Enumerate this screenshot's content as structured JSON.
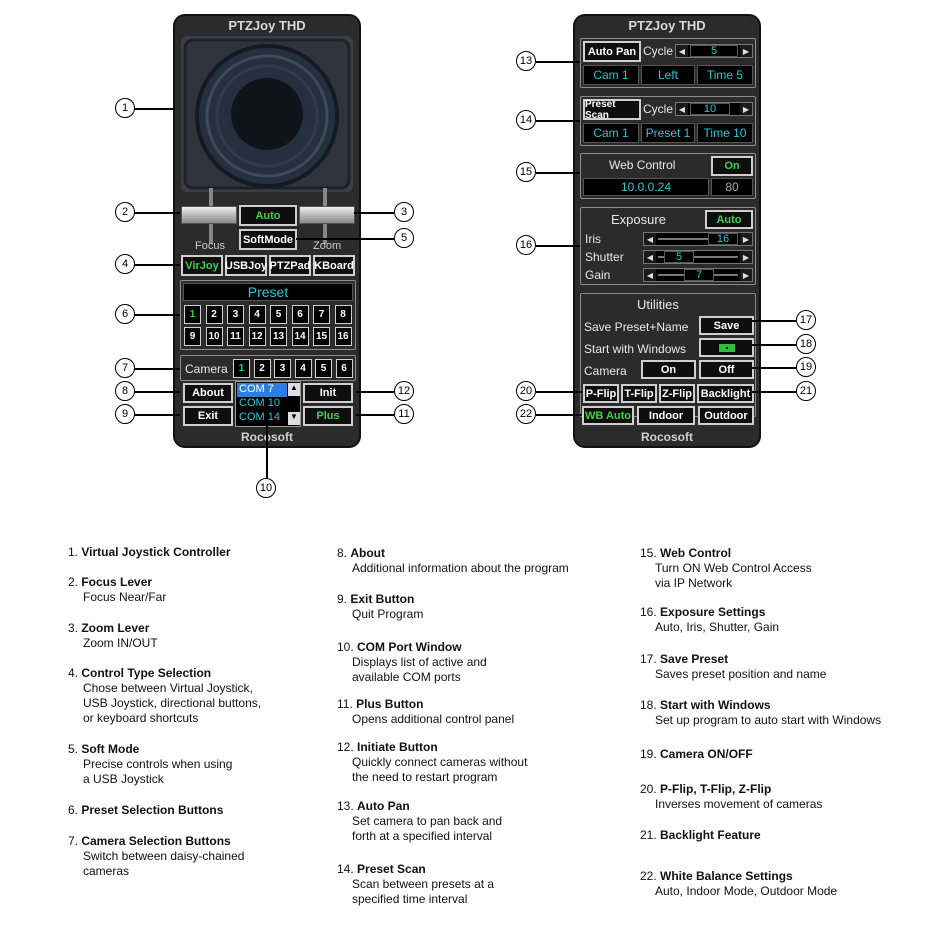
{
  "left_panel": {
    "title": "PTZJoy THD",
    "auto_label": "Auto",
    "softmode_label": "SoftMode",
    "focus_label": "Focus",
    "zoom_label": "Zoom",
    "control_types": [
      "VirJoy",
      "USBJoy",
      "PTZPad",
      "KBoard"
    ],
    "preset_title": "Preset",
    "presets_row1": [
      "1",
      "2",
      "3",
      "4",
      "5",
      "6",
      "7",
      "8"
    ],
    "presets_row2": [
      "9",
      "10",
      "11",
      "12",
      "13",
      "14",
      "15",
      "16"
    ],
    "camera_label": "Camera",
    "cameras": [
      "1",
      "2",
      "3",
      "4",
      "5",
      "6"
    ],
    "about_label": "About",
    "exit_label": "Exit",
    "init_label": "Init",
    "plus_label": "Plus",
    "com_ports": [
      "COM 7",
      "COM 10",
      "COM 14"
    ],
    "footer": "Rocosoft"
  },
  "right_panel": {
    "title": "PTZJoy THD",
    "autopan": {
      "button": "Auto Pan",
      "cycle_label": "Cycle",
      "cycle_value": "5",
      "cam": "Cam 1",
      "direction": "Left",
      "time": "Time 5"
    },
    "presetscan": {
      "button": "Preset Scan",
      "cycle_label": "Cycle",
      "cycle_value": "10",
      "cam": "Cam 1",
      "preset": "Preset 1",
      "time": "Time 10"
    },
    "web": {
      "title": "Web Control",
      "toggle": "On",
      "ip": "10.0.0.24",
      "port": "80"
    },
    "exposure": {
      "title": "Exposure",
      "auto": "Auto",
      "iris_label": "Iris",
      "iris_value": "16",
      "shutter_label": "Shutter",
      "shutter_value": "5",
      "gain_label": "Gain",
      "gain_value": "7"
    },
    "utilities": {
      "title": "Utilities",
      "save_label": "Save Preset+Name",
      "save_button": "Save",
      "start_label": "Start with Windows",
      "camera_label": "Camera",
      "on": "On",
      "off": "Off"
    },
    "flips": [
      "P-Flip",
      "T-Flip",
      "Z-Flip",
      "Backlight"
    ],
    "wb": [
      "WB Auto",
      "Indoor",
      "Outdoor"
    ],
    "footer": "Rocosoft"
  },
  "callouts": [
    "1",
    "2",
    "3",
    "4",
    "5",
    "6",
    "7",
    "8",
    "9",
    "10",
    "11",
    "12",
    "13",
    "14",
    "15",
    "16",
    "17",
    "18",
    "19",
    "20",
    "21",
    "22"
  ],
  "descriptions": [
    {
      "n": "1.",
      "t": "Virtual Joystick Controller",
      "b": []
    },
    {
      "n": "2.",
      "t": "Focus Lever",
      "b": [
        "Focus Near/Far"
      ]
    },
    {
      "n": "3.",
      "t": "Zoom Lever",
      "b": [
        "Zoom IN/OUT"
      ]
    },
    {
      "n": "4.",
      "t": "Control Type Selection",
      "b": [
        "Chose between Virtual Joystick,",
        "USB Joystick, directional buttons,",
        "or keyboard shortcuts"
      ]
    },
    {
      "n": "5.",
      "t": "Soft Mode",
      "b": [
        "Precise controls when using",
        "a USB Joystick"
      ]
    },
    {
      "n": "6.",
      "t": "Preset Selection Buttons",
      "b": []
    },
    {
      "n": "7.",
      "t": "Camera Selection Buttons",
      "b": [
        "Switch between daisy-chained",
        "cameras"
      ]
    },
    {
      "n": "8.",
      "t": "About",
      "b": [
        "Additional information about the program"
      ]
    },
    {
      "n": "9.",
      "t": "Exit Button",
      "b": [
        "Quit Program"
      ]
    },
    {
      "n": "10.",
      "t": "COM Port Window",
      "b": [
        "Displays list of active and",
        "available COM ports"
      ]
    },
    {
      "n": "11.",
      "t": "Plus Button",
      "b": [
        "Opens additional control panel"
      ]
    },
    {
      "n": "12.",
      "t": "Initiate Button",
      "b": [
        "Quickly connect cameras without",
        "the need to restart program"
      ]
    },
    {
      "n": "13.",
      "t": "Auto Pan",
      "b": [
        "Set camera to pan back and",
        "forth at a specified interval"
      ]
    },
    {
      "n": "14.",
      "t": "Preset Scan",
      "b": [
        "Scan between presets at a",
        "specified time interval"
      ]
    },
    {
      "n": "15.",
      "t": "Web Control",
      "b": [
        "Turn ON Web Control Access",
        "via IP Network"
      ]
    },
    {
      "n": "16.",
      "t": "Exposure Settings",
      "b": [
        "Auto, Iris, Shutter, Gain"
      ]
    },
    {
      "n": "17.",
      "t": "Save Preset",
      "b": [
        "Saves preset position and name"
      ]
    },
    {
      "n": "18.",
      "t": "Start with Windows",
      "b": [
        "Set up program to auto start with Windows"
      ]
    },
    {
      "n": "19.",
      "t": "Camera ON/OFF",
      "b": []
    },
    {
      "n": "20.",
      "t": "P-Flip, T-Flip, Z-Flip",
      "b": [
        "Inverses movement of cameras"
      ]
    },
    {
      "n": "21.",
      "t": "Backlight Feature",
      "b": []
    },
    {
      "n": "22.",
      "t": "White Balance Settings",
      "b": [
        "Auto, Indoor Mode, Outdoor Mode"
      ]
    }
  ]
}
